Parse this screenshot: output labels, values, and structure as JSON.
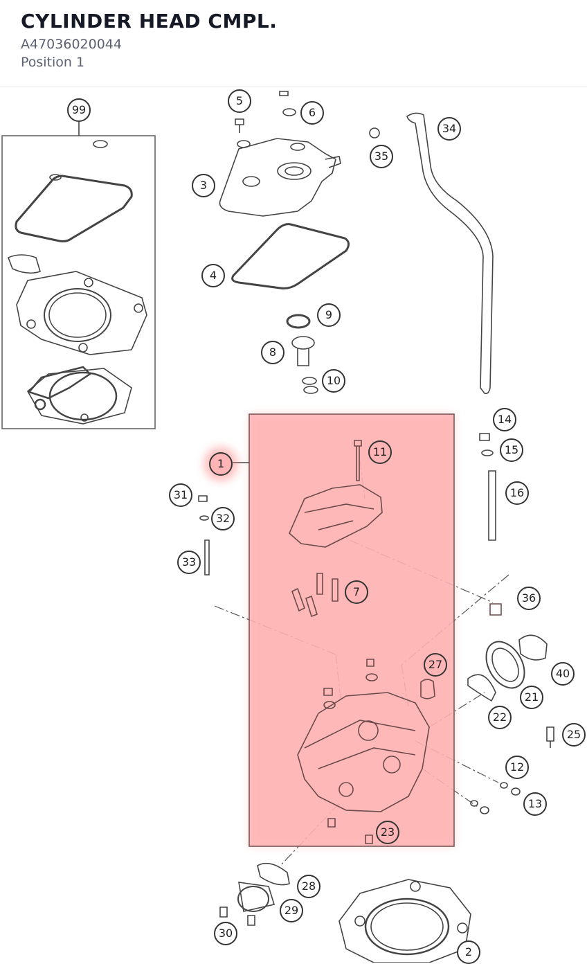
{
  "header": {
    "title": "CYLINDER HEAD CMPL.",
    "part_number": "A47036020044",
    "position": "Position 1"
  },
  "colors": {
    "highlight": "#ff9999",
    "line": "#333333"
  },
  "callouts": {
    "c99": "99",
    "c5": "5",
    "c6": "6",
    "c3": "3",
    "c4": "4",
    "c9": "9",
    "c8": "8",
    "c10": "10",
    "c34": "34",
    "c35": "35",
    "c14": "14",
    "c15": "15",
    "c16": "16",
    "c1": "1",
    "c11": "11",
    "c31": "31",
    "c32": "32",
    "c33": "33",
    "c7": "7",
    "c36": "36",
    "c27": "27",
    "c40": "40",
    "c21": "21",
    "c22": "22",
    "c25": "25",
    "c12": "12",
    "c13": "13",
    "c23": "23",
    "c28": "28",
    "c29": "29",
    "c30": "30",
    "c2": "2"
  }
}
